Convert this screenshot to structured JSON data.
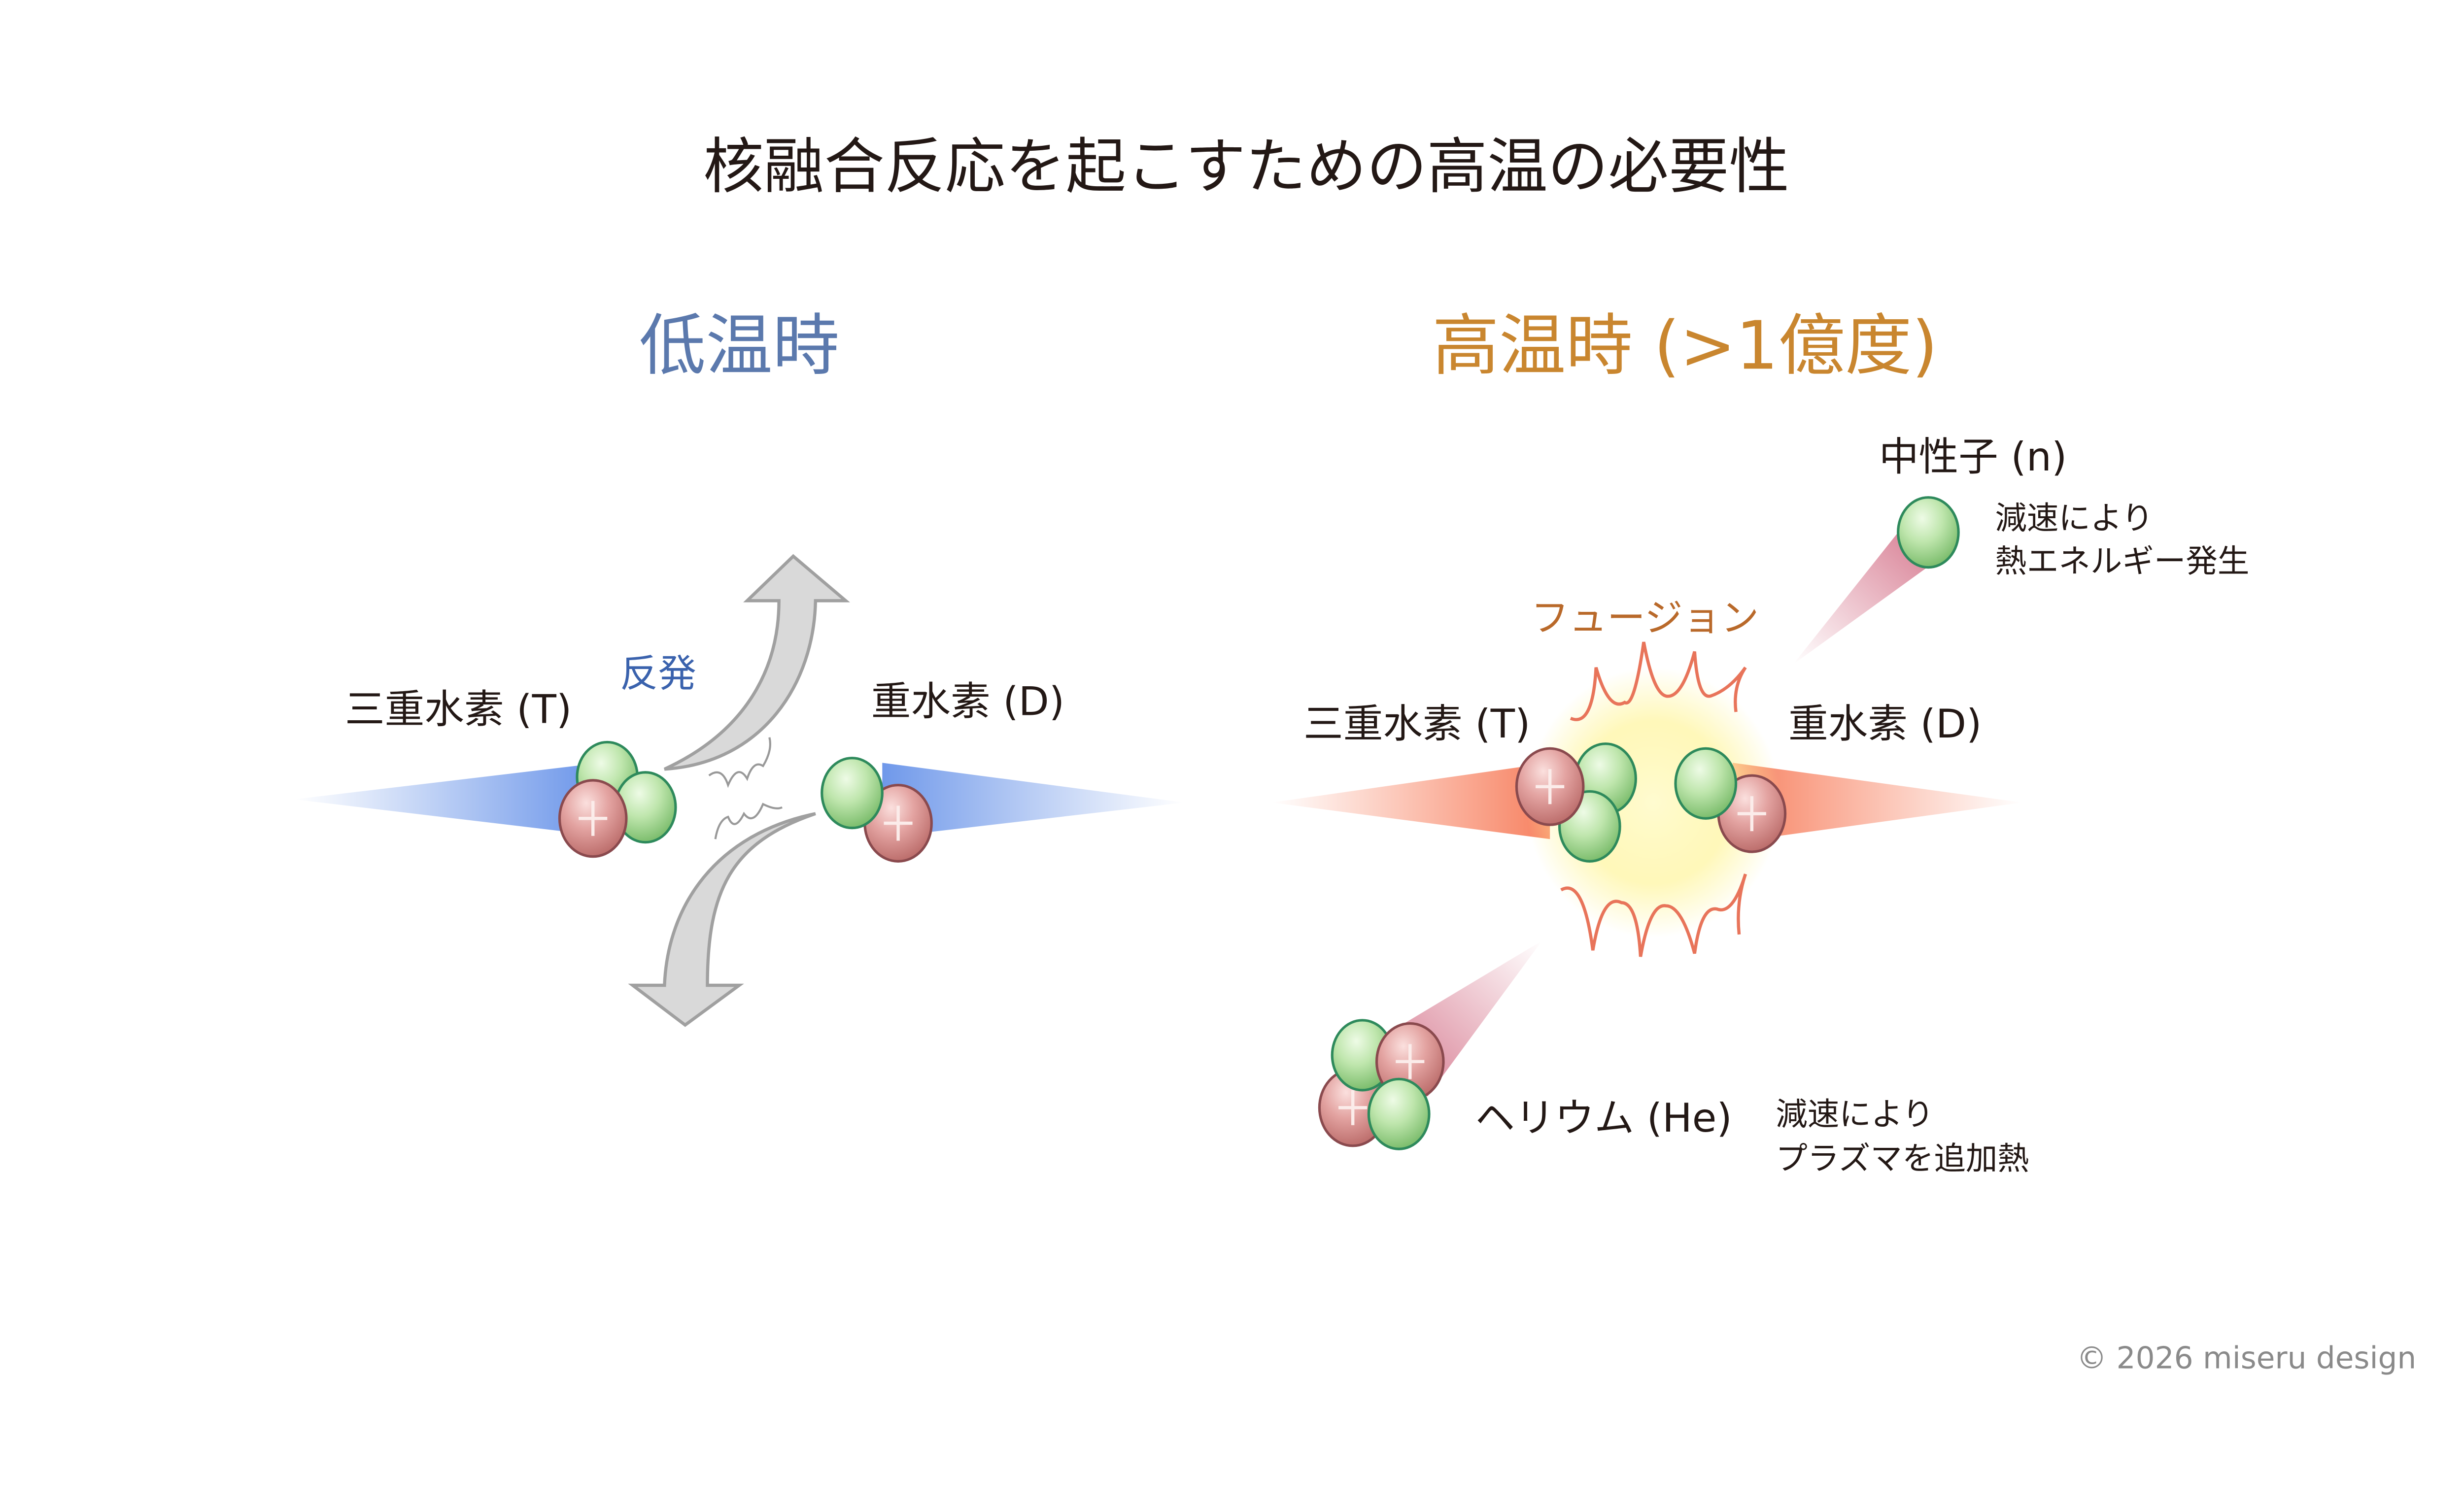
{
  "title": "核融合反応を起こすための高温の必要性",
  "low_temp": {
    "heading": "低温時",
    "tritium_label": "三重水素 (T)",
    "deuterium_label": "重水素 (D)",
    "repulsion_label": "反発"
  },
  "high_temp": {
    "heading": "高温時 (>1億度)",
    "fusion_label": "フュージョン",
    "tritium_label": "三重水素 (T)",
    "deuterium_label": "重水素 (D)",
    "neutron_label": "中性子 (n)",
    "neutron_note_1": "減速により",
    "neutron_note_2": "熱エネルギー発生",
    "helium_label": "ヘリウム (He)",
    "helium_note_1": "減速により",
    "helium_note_2": "プラズマを追加熱"
  },
  "copyright": "© 2026 miseru design",
  "colors": {
    "low_heading": "#5b79ad",
    "high_heading": "#c9862f",
    "repulsion": "#3a62ad",
    "fusion": "#b9692a",
    "text": "#231815",
    "copyright": "#8a8a8a"
  }
}
